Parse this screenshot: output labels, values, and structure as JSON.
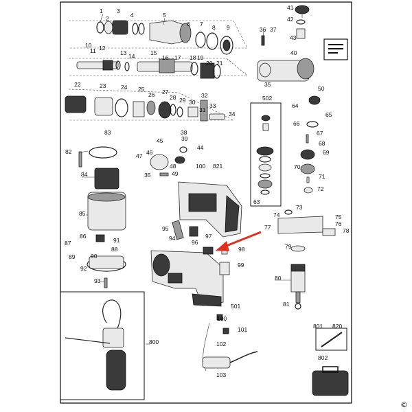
{
  "callouts": [
    "1",
    "2",
    "3",
    "4",
    "5",
    "6",
    "7",
    "8",
    "9",
    "10",
    "11",
    "12",
    "13",
    "14",
    "15",
    "16",
    "17",
    "18",
    "19",
    "20",
    "21",
    "22",
    "23",
    "24",
    "25",
    "26",
    "27",
    "28",
    "29",
    "30",
    "31",
    "32",
    "33",
    "34",
    "35",
    "35",
    "36",
    "37",
    "38",
    "39",
    "40",
    "41",
    "42",
    "43",
    "44",
    "45",
    "46",
    "47",
    "48",
    "49",
    "50",
    "63",
    "64",
    "65",
    "66",
    "67",
    "68",
    "69",
    "70",
    "71",
    "72",
    "73",
    "74",
    "75",
    "76",
    "77",
    "78",
    "79",
    "80",
    "81",
    "82",
    "83",
    "84",
    "85",
    "86",
    "87",
    "88",
    "89",
    "90",
    "91",
    "92",
    "93",
    "94",
    "95",
    "96",
    "97",
    "98",
    "99",
    "100",
    "100",
    "101",
    "102",
    "103",
    "501",
    "502",
    "800",
    "801",
    "802",
    "820",
    "821"
  ],
  "copyright_symbol": "©",
  "accent_color": "#e0301e"
}
